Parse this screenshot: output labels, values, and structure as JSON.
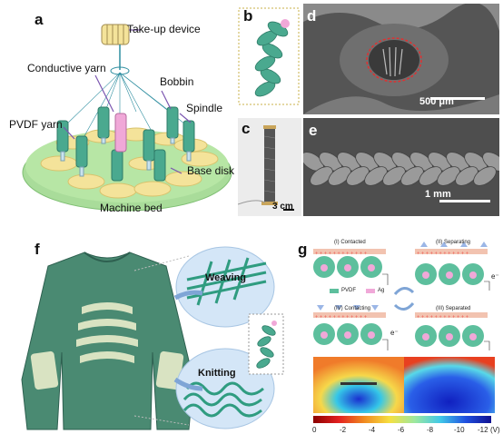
{
  "panel_a": {
    "label": "a",
    "takeup": "Take-up device",
    "conductive": "Conductive yarn",
    "bobbin": "Bobbin",
    "spindle": "Spindle",
    "pvdf": "PVDF yarn",
    "basedisk": "Base disk",
    "machinebed": "Machine bed"
  },
  "panel_b": {
    "label": "b"
  },
  "panel_c": {
    "label": "c",
    "scale": "3 cm"
  },
  "panel_d": {
    "label": "d",
    "scale": "500 μm"
  },
  "panel_e": {
    "label": "e",
    "scale": "1 mm"
  },
  "panel_f": {
    "label": "f",
    "weaving": "Weaving",
    "knitting": "Knitting"
  },
  "panel_g": {
    "label": "g",
    "stage1": "(I) Contacted",
    "stage2": "(II) Separating",
    "stage3": "(III) Separated",
    "stage4": "(IV) Contacting",
    "legend_pvdf": "PVDF",
    "legend_ag": "Ag",
    "electron": "e⁻",
    "cbar_ticks": [
      "0",
      "-2",
      "-4",
      "-6",
      "-8",
      "-10",
      "-12"
    ],
    "cbar_unit": "(V)"
  },
  "colors": {
    "teal": "#3aa68a",
    "disk": "#f4e39a",
    "bed": "#a9dc9a",
    "shirt": "#4a8a72"
  }
}
